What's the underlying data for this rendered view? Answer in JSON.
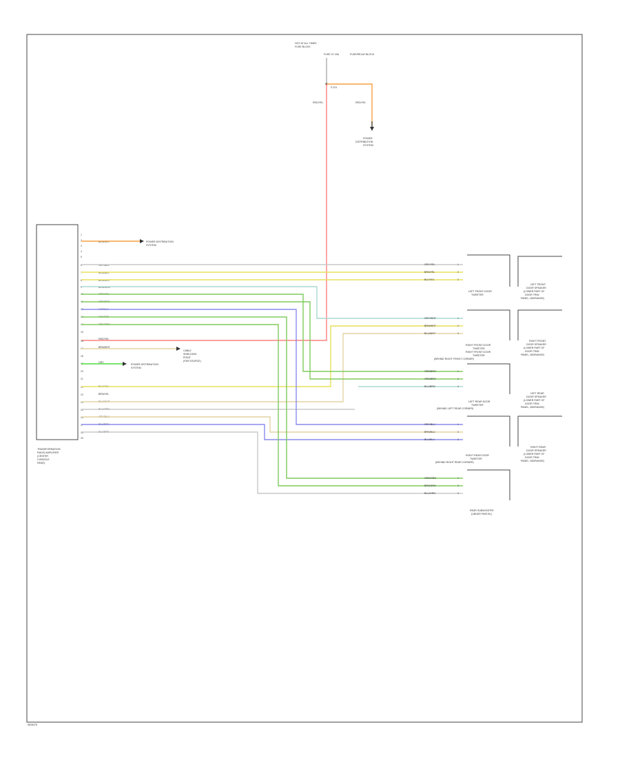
{
  "colors": {
    "orange": "#f5a040",
    "red": "#ff8080",
    "yellow": "#e6df5a",
    "green": "#7ecb5a",
    "blue": "#8a8aee",
    "gray": "#c8c8c8",
    "tan": "#e3d3a2",
    "teal": "#a8d8d0",
    "bright_green": "#4cde3c"
  },
  "top": {
    "title_lines": [
      "HOT AT ALL TIMES",
      "FUSE BLOCK",
      "FUSE 21 15A"
    ],
    "fuse_label": "FUSE/RELAY BLOCK",
    "splice_label": "S 221",
    "wire_a": "RED/YEL",
    "wire_b": "RED/YEL",
    "ground_lines": [
      "POWER",
      "DISTRIBUTION",
      "SYSTEM"
    ]
  },
  "amp": {
    "label_lines": [
      "TRANSFORMATION",
      "RADIO AMPLIFIER",
      "(CENTER",
      "CONSOLE",
      "REAR)"
    ],
    "pins": [
      "1",
      "2",
      "3",
      "4",
      "5",
      "6",
      "7",
      "8",
      "9",
      "10",
      "11",
      "12",
      "13",
      "14",
      "15",
      "16",
      "17",
      "18",
      "19",
      "20",
      "21",
      "22",
      "23",
      "24",
      "25",
      "26",
      "27",
      "28",
      "29"
    ],
    "row_labels": [
      "BRN/GRY",
      "",
      "",
      "GRY/BLK",
      "BRN/BLK",
      "BRN/WHT",
      "BRN/GRN",
      "GRN/YEL",
      "GRN/BRN",
      "VIO/BLU",
      "VIO/GRN",
      "GRY/GRN",
      "",
      "",
      "RED/YEL",
      "BRN/WHT",
      "",
      "GRY",
      "",
      "",
      "BLU/YEL",
      "BRN/YEL",
      "BLU/WHT",
      "BLU/GRN",
      "GRY/BLU",
      "BLU/BRN",
      "BLK/BRN",
      "",
      ""
    ],
    "note_gnd1": [
      "POWER DISTRIBUTION",
      "SYSTEM"
    ],
    "note_conn": [
      "CABLE",
      "SHIELDING",
      "POINT",
      "(FAR SOURCE)"
    ],
    "note_gnd2": [
      "POWER DISTRIBUTION",
      "SYSTEM"
    ]
  },
  "speakers": [
    {
      "wires": [
        "GRY/YEL",
        "BRN/YEL",
        "BLU/YEL"
      ],
      "pins": [
        "1",
        "2",
        "3"
      ],
      "label": [
        "LEFT FRONT DOOR",
        "TWEETER"
      ],
      "right_label": [
        "LEFT FRONT",
        "DOOR SPEAKER",
        "(LOWER PART OF",
        "DOOR TRIM",
        "PANEL, MIDRANGE)"
      ]
    },
    {
      "wires": [
        "GRY/WHT",
        "BRN/WHT",
        "BLU/WHT"
      ],
      "pins": [
        "1",
        "2",
        "3"
      ],
      "label": [
        "RIGHT FRONT DOOR",
        "TWEETER"
      ],
      "right_label": [
        "RIGHT FRONT",
        "DOOR SPEAKER",
        "(LOWER PART OF",
        "DOOR TRIM",
        "PANEL, MIDRANGE)"
      ]
    },
    {
      "wires": [
        "GRN/BRN",
        "GRN/BRN",
        "BLU/BRN"
      ],
      "pins": [
        "1",
        "2",
        "3"
      ],
      "label": [
        "RIGHT FRONT DOOR",
        "TWEETER",
        "(BEHIND RIGHT FRONT CORNER)"
      ],
      "right_label": []
    },
    {
      "wires": [
        "GRY/BLU",
        "BRN/BLU",
        "BLU/BLU"
      ],
      "pins": [
        "1",
        "2",
        "3"
      ],
      "label": [
        "LEFT REAR DOOR",
        "TWEETER",
        "(BEHIND LEFT REAR CORNER)"
      ],
      "right_label": [
        "LEFT REAR",
        "DOOR SPEAKER",
        "(LOWER PART OF",
        "DOOR TRIM",
        "PANEL, MIDRANGE)"
      ]
    },
    {
      "wires": [
        "GRN/GRN",
        "BRN/GRN",
        "BLU/GRN"
      ],
      "pins": [
        "1",
        "2",
        "3"
      ],
      "label": [
        "RIGHT REAR DOOR",
        "TWEETER",
        "(BEHIND RIGHT REAR CORNER)"
      ],
      "right_label": [
        "RIGHT REAR",
        "DOOR SPEAKER",
        "(LOWER PART OF",
        "DOOR TRIM",
        "PANEL, MIDRANGE)"
      ]
    }
  ],
  "subwoofer_label": [
    "REAR SUBWOOFER",
    "(UNDER PARCEL)"
  ],
  "footer": "WD8476"
}
